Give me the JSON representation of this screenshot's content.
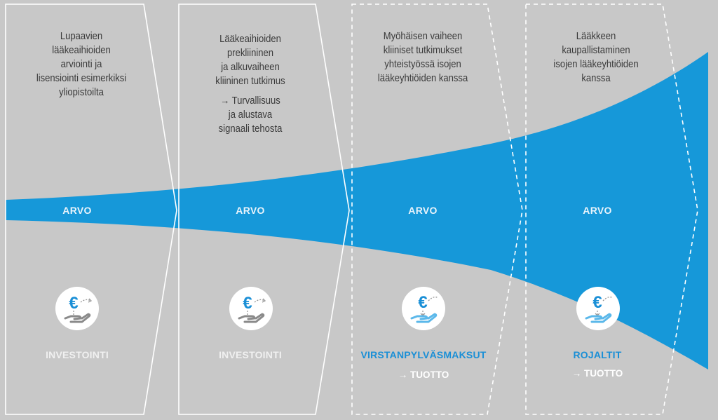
{
  "stages": [
    {
      "title_lines": [
        "Lupaavien",
        "lääkeaihioiden",
        "arviointi ja",
        "lisensiointi esimerkiksi",
        "yliopistoilta"
      ],
      "value_label": "ARVO",
      "money_label": "INVESTOINTI",
      "money_color": "gray",
      "return_label": "",
      "icon": "euro-investment-icon",
      "frame": "solid"
    },
    {
      "title_lines": [
        "Lääkeaihioiden",
        "prekliininen",
        "ja alkuvaiheen",
        "kliininen tutkimus",
        "→ Turvallisuus",
        "ja alustava",
        "signaali tehosta"
      ],
      "value_label": "ARVO",
      "money_label": "INVESTOINTI",
      "money_color": "gray",
      "return_label": "",
      "icon": "euro-investment-icon",
      "frame": "solid"
    },
    {
      "title_lines": [
        "Myöhäisen vaiheen",
        "kliiniset tutkimukset",
        "yhteistyössä isojen",
        "lääkeyhtiöiden kanssa"
      ],
      "value_label": "ARVO",
      "money_label": "VIRSTANPYLVÄSMAKSUT",
      "money_color": "blue",
      "return_label": "→ TUOTTO",
      "icon": "euro-return-icon",
      "frame": "dashed"
    },
    {
      "title_lines": [
        "Lääkkeen",
        "kaupallistaminen",
        "isojen lääkeyhtiöiden",
        "kanssa"
      ],
      "value_label": "ARVO",
      "money_label": "ROJALTIT",
      "money_color": "blue",
      "return_label": "→ TUOTTO",
      "icon": "euro-return-icon",
      "frame": "dashed"
    }
  ],
  "colors": {
    "background": "#c8c8c8",
    "value_band": "#1698d9",
    "frame": "#ffffff",
    "text_dark": "#3a3a3a",
    "accent_blue": "#1a8fd6",
    "icon_gray": "#8a8a8a",
    "icon_blue": "#5bb8ea"
  }
}
